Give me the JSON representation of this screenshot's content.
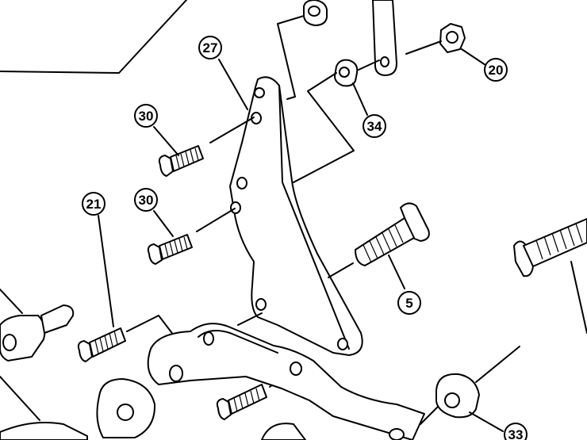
{
  "callouts": [
    {
      "id": "c27",
      "label": "27"
    },
    {
      "id": "c30a",
      "label": "30"
    },
    {
      "id": "c30b",
      "label": "30"
    },
    {
      "id": "c21",
      "label": "21"
    },
    {
      "id": "c34",
      "label": "34"
    },
    {
      "id": "c20",
      "label": "20"
    },
    {
      "id": "c5",
      "label": "5"
    },
    {
      "id": "c33",
      "label": "33"
    }
  ]
}
